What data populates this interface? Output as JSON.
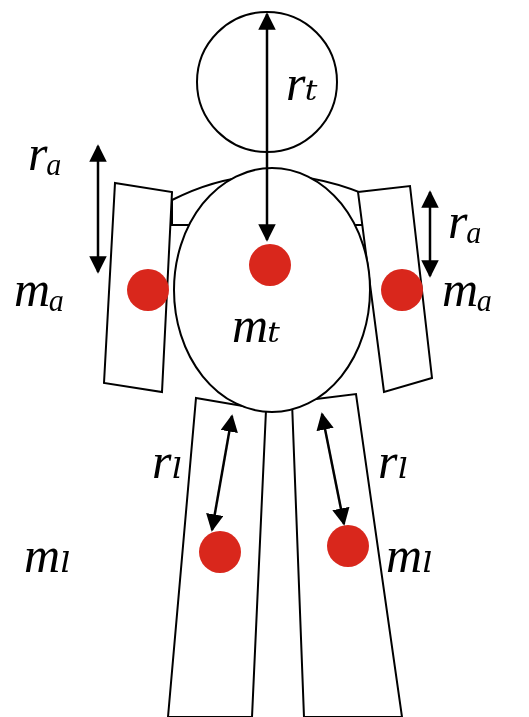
{
  "diagram": {
    "labels": [
      "rₜ",
      "rₐ",
      "mₐ",
      "mₜ",
      "rₐ",
      "mₐ",
      "rₗ",
      "mₗ",
      "rₗ",
      "mₗ"
    ]
  }
}
